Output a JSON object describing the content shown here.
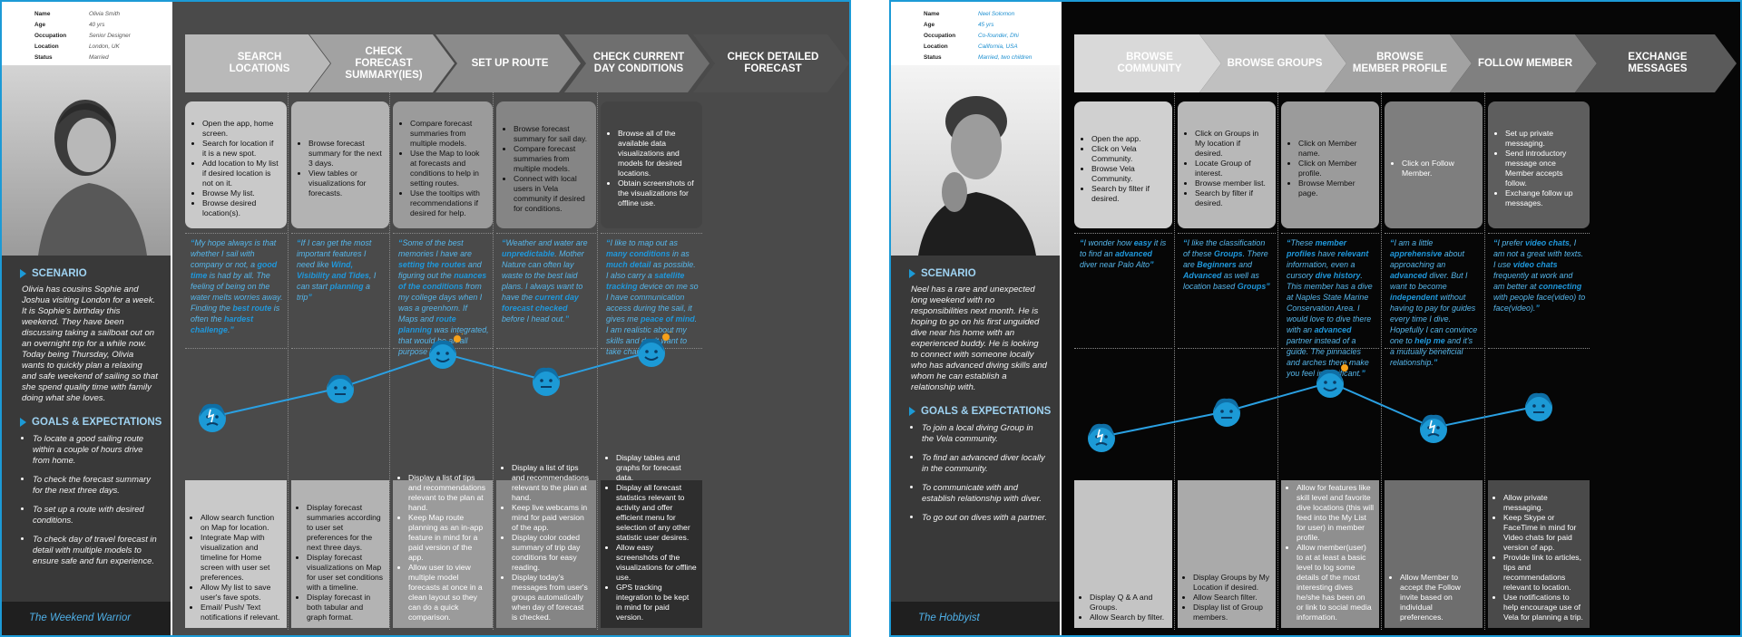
{
  "colors": {
    "accent": "#1c9ad6",
    "quote_blue": "#56b6ea",
    "board1_bg": "#4a4a4a",
    "board2_bg": "#060606"
  },
  "boards": [
    {
      "persona": {
        "labels": [
          "Name",
          "Age",
          "Occupation",
          "Location",
          "Status"
        ],
        "values": [
          "Olivia Smith",
          "40 yrs",
          "Senior Designer",
          "London, UK",
          "Married"
        ],
        "photo": "woman-portrait-photo"
      },
      "scenario_title": "SCENARIO",
      "scenario": "Olivia has cousins Sophie and Joshua visiting London for a week. It is Sophie's birthday this weekend. They have been discussing taking a sailboat out on an overnight trip for a while now. Today being Thursday, Olivia wants to quickly plan a relaxing and safe weekend of sailing so that she spend quality time with family doing what she loves.",
      "goals_title": "GOALS & EXPECTATIONS",
      "goals": [
        "To locate a good sailing route within a couple of hours drive from home.",
        "To check the forecast summary for the next three days.",
        "To set up a route with desired conditions.",
        "To check day of travel forecast in detail with multiple models to ensure safe and fun experience."
      ],
      "persona_name": "The Weekend Warrior",
      "stages": [
        "SEARCH LOCATIONS",
        "CHECK FORECAST SUMMARY(IES)",
        "SET UP ROUTE",
        "CHECK CURRENT DAY CONDITIONS",
        "CHECK DETAILED FORECAST"
      ],
      "actions": [
        [
          "Open the app, home screen.",
          "Search for location if it is a new spot.",
          "Add location to My list if desired location is not on it.",
          "Browse My list.",
          "Browse desired location(s)."
        ],
        [
          "Browse forecast summary for the next 3 days.",
          "View tables or visualizations for forecasts."
        ],
        [
          "Compare forecast summaries from multiple models.",
          "Use the Map to look at forecasts and conditions to help in setting routes.",
          "Use the tooltips with recommendations if desired for help."
        ],
        [
          "Browse forecast summary for sail day.",
          "Compare forecast summaries from multiple models.",
          "Connect with local users in Vela community if desired for conditions."
        ],
        [
          "Browse all of the available data visualizations and models for desired locations.",
          "Obtain screenshots of the visualizations for offline use."
        ]
      ],
      "quotes": [
        "My hope always is that whether I sail with company or not, a good time is had by all. The feeling of being on the water melts worries away. Finding the best route is often the hardest challenge.",
        "If I can get the most important features I need like Wind, Visibility and Tides, I can start planning a trip",
        "Some of the best memories I have are setting the routes and figuring out the nuances of the conditions from my college days when I was a greenhorn. If Maps and route planning was integrated, that would be an all purpose app.",
        "Weather and water are unpredictable. Mother Nature can often lay waste to the best laid plans. I always want to have the current day forecast checked before I head out.",
        "I like to map out as many conditions in as much detail as possible. I also carry a satellite tracking device on me so I have communication access during the sail, it gives me peace of mind. I am realistic about my skills and don't want to take chances"
      ],
      "emotions": [
        "worried",
        "neutral",
        "happy",
        "neutral",
        "happy"
      ],
      "opportunities": [
        [
          "Allow search function on Map for location.",
          "Integrate Map with visualization and timeline for Home screen with user set preferences.",
          "Allow My list to save user's fave spots.",
          "Email/ Push/ Text notifications if relevant."
        ],
        [
          "Display forecast summaries according to user set preferences for the next three days.",
          "Display forecast visualizations on Map for user set conditions with a timeline.",
          "Display forecast in both tabular and graph format."
        ],
        [
          "Display a list of tips and recommendations relevant to the plan at hand.",
          "Keep Map route planning as an in-app feature in mind for a paid version of the app.",
          "Allow user to view multiple model forecasts at once in a clean layout so they can do a quick comparison."
        ],
        [
          "Display a list of tips and recommendations relevant to the plan at hand.",
          "Keep live webcams in mind for paid version of the app.",
          "Display color coded summary of trip day conditions for easy reading.",
          "Display today's messages from user's groups automatically when day of forecast is checked."
        ],
        [
          "Display tables and graphs for forecast data.",
          "Display all forecast statistics relevant to activity and offer efficient menu for selection of any other statistic user desires.",
          "Allow easy screenshots of the visualizations for offline use.",
          "GPS tracking integration to be kept in mind for paid version."
        ]
      ]
    },
    {
      "persona": {
        "labels": [
          "Name",
          "Age",
          "Occupation",
          "Location",
          "Status"
        ],
        "values": [
          "Neel Solomon",
          "45 yrs",
          "Co-founder, Dhi",
          "California, USA",
          "Married, two children"
        ],
        "photo": "man-portrait-photo"
      },
      "scenario_title": "SCENARIO",
      "scenario": "Neel has a rare and unexpected long weekend with no responsibilities next month. He is hoping to go on his first unguided dive near his home with an experienced buddy. He is looking to connect with someone locally who has advanced diving skills and whom he can establish a relationship with.",
      "goals_title": "GOALS & EXPECTATIONS",
      "goals": [
        "To join a local diving Group in the Vela community.",
        "To find an advanced diver locally in the community.",
        "To communicate with and establish relationship with diver.",
        "To go out on dives with a partner."
      ],
      "persona_name": "The Hobbyist",
      "stages": [
        "BROWSE COMMUNITY",
        "BROWSE GROUPS",
        "BROWSE MEMBER PROFILE",
        "FOLLOW MEMBER",
        "EXCHANGE MESSAGES"
      ],
      "actions": [
        [
          "Open the app.",
          "Click on Vela Community.",
          "Browse Vela Community.",
          "Search by filter if desired."
        ],
        [
          "Click on Groups in My location if desired.",
          "Locate Group of interest.",
          "Browse member list.",
          "Search by filter if desired."
        ],
        [
          "Click on Member name.",
          "Click on Member profile.",
          "Browse Member page."
        ],
        [
          "Click on Follow Member."
        ],
        [
          "Set up private messaging.",
          "Send introductory message once Member accepts follow.",
          "Exchange follow up messages."
        ]
      ],
      "quotes": [
        "I wonder how easy it is to find an advanced diver near Palo Alto",
        "I like the classification of these Groups. There are Beginners and Advanced as well as location based Groups",
        "These member profiles have relevant information, even a cursory dive history. This member has a dive at Naples State Marine Conservation Area. I would love to dive there with an advanced partner instead of a guide. The pinnacles and arches there make you feel insignificant.",
        "I am a little apprehensive about approaching an advanced diver. But I want to become independent without having to pay for guides every time I dive. Hopefully I can convince one to help me and it's a mutually beneficial relationship.",
        "I prefer video chats, I am not a great with texts. I use video chats frequently at work and am better at connecting with people face(video) to face(video)."
      ],
      "emotions": [
        "worried",
        "neutral",
        "happy",
        "worried",
        "neutral"
      ],
      "opportunities": [
        [
          "Display Q & A and Groups.",
          "Allow Search by filter."
        ],
        [
          "Display Groups by My Location if desired.",
          "Allow Search filter.",
          "Display list of Group members."
        ],
        [
          "Allow for features like skill level and favorite dive locations (this will feed into the My List for user) in member profile.",
          "Allow member(user) to at at least a basic level to log some details of the most interesting dives he/she has been on or link to social media information."
        ],
        [
          "Allow Member to accept the Follow invite based on individual preferences."
        ],
        [
          "Allow private messaging.",
          "Keep Skype or FaceTime in mind for Video chats for paid version of app.",
          "Provide link to articles, tips and recommendations relevant to location.",
          "Use notifications to help encourage use of Vela for planning a trip."
        ]
      ]
    }
  ]
}
